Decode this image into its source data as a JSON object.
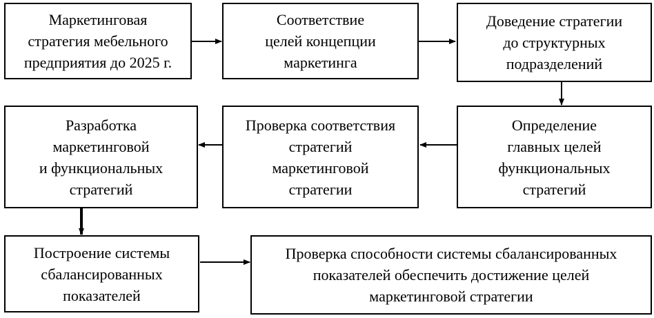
{
  "flowchart": {
    "boxes": [
      {
        "id": "b1",
        "text": "Маркетинговая\nстратегия мебельного\nпредприятия до 2025 г."
      },
      {
        "id": "b2",
        "text": "Соответствие\nцелей концепции\nмаркетинга"
      },
      {
        "id": "b3",
        "text": "Доведение стратегии\nдо структурных\nподразделений"
      },
      {
        "id": "b4",
        "text": "Определение\nглавных целей\nфункциональных\nстратегий"
      },
      {
        "id": "b5",
        "text": "Проверка соответствия\nстратегий\nмаркетинговой\nстратегии"
      },
      {
        "id": "b6",
        "text": "Разработка\nмаркетинговой\nи функциональных\nстратегий"
      },
      {
        "id": "b7",
        "text": "Построение системы\nсбалансированных\nпоказателей"
      },
      {
        "id": "b8",
        "text": "Проверка способности системы сбалансированных\nпоказателей обеспечить достижение целей\nмаркетинговой стратегии"
      }
    ],
    "connections": [
      {
        "from": "b1",
        "to": "b2"
      },
      {
        "from": "b2",
        "to": "b3"
      },
      {
        "from": "b3",
        "to": "b4"
      },
      {
        "from": "b4",
        "to": "b5"
      },
      {
        "from": "b5",
        "to": "b6"
      },
      {
        "from": "b6",
        "to": "b7"
      },
      {
        "from": "b7",
        "to": "b8"
      }
    ]
  }
}
